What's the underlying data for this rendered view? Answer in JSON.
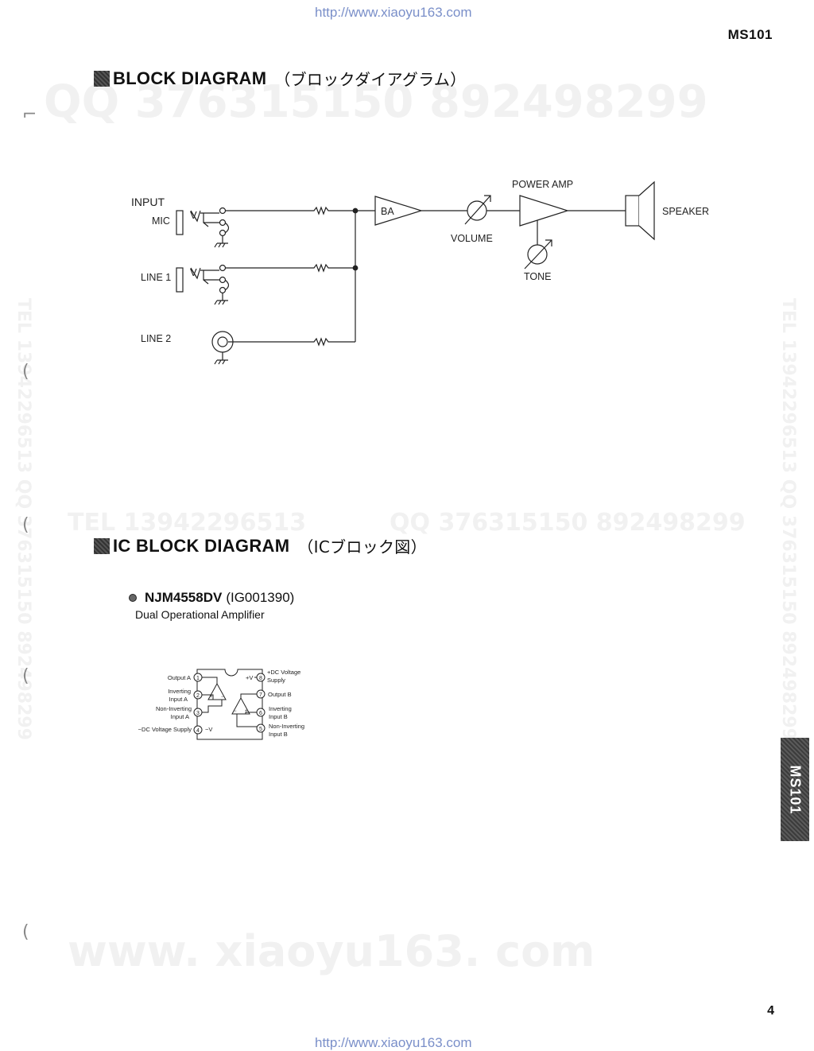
{
  "header": {
    "url": "http://www.xiaoyu163.com",
    "model": "MS101"
  },
  "watermarks": {
    "qq_top": "QQ 376315150  892498299",
    "tel_mid": "TEL 13942296513",
    "qq_mid": "QQ 376315150  892498299",
    "side_left": "TEL 13942296513  QQ 376315150  892498299",
    "side_right": "TEL 13942296513  QQ 376315150  892498299",
    "bottom": "www. xiaoyu163. com"
  },
  "block_diagram": {
    "title": "BLOCK DIAGRAM",
    "title_jp": "（ブロックダイアグラム）",
    "labels": {
      "input": "INPUT",
      "mic": "MIC",
      "line1": "LINE 1",
      "line2": "LINE 2",
      "ba": "BA",
      "volume": "VOLUME",
      "power_amp": "POWER AMP",
      "tone": "TONE",
      "speaker": "SPEAKER",
      "v_mic": "V",
      "v_line1": "V"
    }
  },
  "ic_block_diagram": {
    "title": "IC BLOCK DIAGRAM",
    "title_jp": "（ICブロック図）",
    "part": "NJM4558DV",
    "part_code": "(IG001390)",
    "description": "Dual Operational Amplifier",
    "pins": {
      "p1": "1",
      "p2": "2",
      "p3": "3",
      "p4": "4",
      "p5": "5",
      "p6": "6",
      "p7": "7",
      "p8": "8",
      "output_a": "Output A",
      "inverting_a_1": "Inverting",
      "inverting_a_2": "Input A",
      "noninverting_a_1": "Non-Inverting",
      "noninverting_a_2": "Input A",
      "dc_neg": "−DC Voltage Supply",
      "minus_v": "−V",
      "plus_v": "+V",
      "dc_pos_1": "+DC Voltage",
      "dc_pos_2": "Supply",
      "output_b": "Output B",
      "inverting_b_1": "Inverting",
      "inverting_b_2": "Input B",
      "noninverting_b_1": "Non-Inverting",
      "noninverting_b_2": "Input B",
      "plus": "+",
      "minus": "−"
    }
  },
  "side_tab": "MS101",
  "page_number": "4"
}
